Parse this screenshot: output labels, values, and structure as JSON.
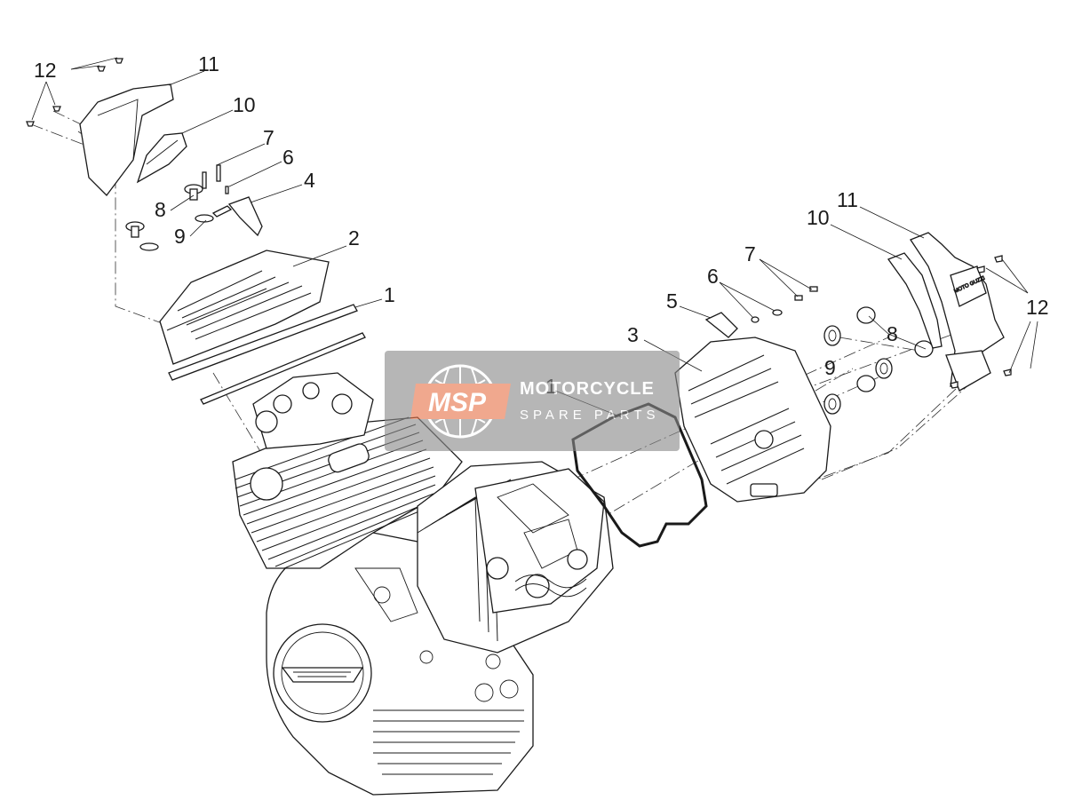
{
  "callouts": [
    {
      "label": "12"
    },
    {
      "label": "11"
    },
    {
      "label": "10"
    },
    {
      "label": "7"
    },
    {
      "label": "6"
    },
    {
      "label": "4"
    },
    {
      "label": "8"
    },
    {
      "label": "9"
    },
    {
      "label": "2"
    },
    {
      "label": "1"
    },
    {
      "label": "11"
    },
    {
      "label": "10"
    },
    {
      "label": "7"
    },
    {
      "label": "6"
    },
    {
      "label": "5"
    },
    {
      "label": "3"
    },
    {
      "label": "1"
    },
    {
      "label": "8"
    },
    {
      "label": "9"
    },
    {
      "label": "12"
    }
  ],
  "watermark": {
    "logo_text": "MSP",
    "title": "MOTORCYCLE",
    "subtitle": "SPARE PARTS",
    "logo_color": "#e8734a",
    "text_color": "#ffffff",
    "panel_color": "#8a8a8a"
  },
  "cover_badge": {
    "text": "MOTO GUZZI"
  }
}
